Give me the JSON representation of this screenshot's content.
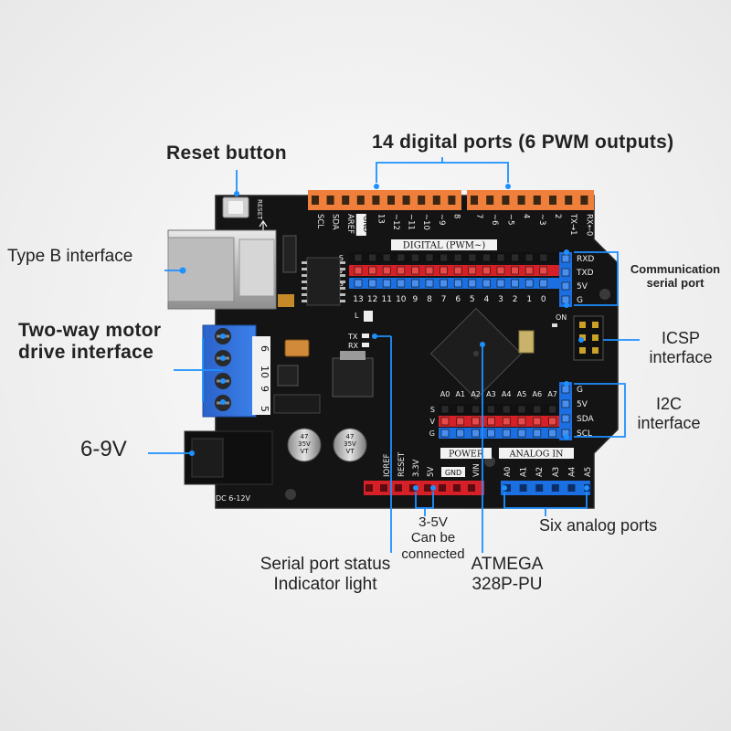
{
  "colors": {
    "callout_line": "#1e90ff",
    "board": "#141414",
    "header_orange": "#ef7f3a",
    "header_red": "#d62028",
    "header_blue": "#1c6fe0",
    "terminal_blue": "#2f6fd6"
  },
  "callouts": {
    "reset_button": "Reset button",
    "digital_ports": "14 digital ports (6 PWM outputs)",
    "type_b": "Type B interface",
    "motor_line1": "Two-way motor",
    "motor_line2": "drive interface",
    "power_in": "6-9V",
    "comm_line1": "Communication",
    "comm_line2": "serial port",
    "icsp_line1": "ICSP",
    "icsp_line2": "interface",
    "i2c_line1": "I2C",
    "i2c_line2": "interface",
    "analog_ports": "Six analog ports",
    "volt_line1": "3-5V",
    "volt_line2": "Can be",
    "volt_line3": "connected",
    "serial_status_line1": "Serial port status",
    "serial_status_line2": "Indicator light",
    "mcu_line1": "ATMEGA",
    "mcu_line2": "328P-PU"
  },
  "board": {
    "reset_label": "RESET",
    "top_header_labels": [
      "SCL",
      "SDA",
      "AREF",
      "GND",
      "13",
      "~12",
      "~11",
      "~10",
      "~9",
      "8",
      "7",
      "~6",
      "~5",
      "4",
      "~3",
      "2",
      "TX→1",
      "RX←0"
    ],
    "digital_title": "DIGITAL (PWM~)",
    "pin_numbers": [
      "13",
      "12",
      "11",
      "10",
      "9",
      "8",
      "7",
      "6",
      "5",
      "4",
      "3",
      "2",
      "1",
      "0"
    ],
    "row_markers": [
      "S",
      "V",
      "G"
    ],
    "comm_pins": [
      "RXD",
      "TXD",
      "5V",
      "G"
    ],
    "on_label": "ON",
    "led_labels": [
      "TX",
      "RX"
    ],
    "l_label": "L",
    "motor_pins": [
      "6",
      "10",
      "9",
      "5"
    ],
    "analog_pins": [
      "A0",
      "A1",
      "A2",
      "A3",
      "A4",
      "A5",
      "A6",
      "A7"
    ],
    "i2c_pins": [
      "G",
      "5V",
      "SDA",
      "SCL"
    ],
    "power_labels": [
      "IOREF",
      "RESET",
      "3.3V",
      "5V",
      "GND",
      "VIN"
    ],
    "power_title": "POWER",
    "analog_title": "ANALOG IN",
    "analog_header_labels": [
      "A0",
      "A1",
      "A2",
      "A3",
      "A4",
      "A5"
    ],
    "dc_label": "DC 6-12V",
    "cap_text": [
      "47",
      "35V",
      "VT"
    ]
  }
}
